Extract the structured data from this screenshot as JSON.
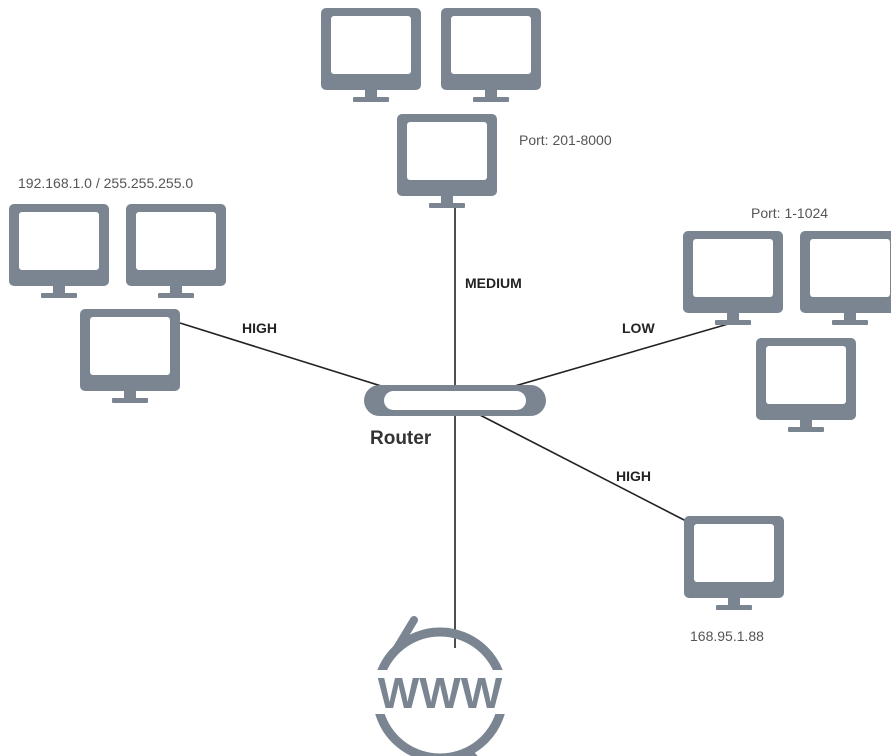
{
  "labels": {
    "subnet": "192.168.1.0 / 255.255.255.0",
    "port_top": "Port: 201-8000",
    "port_right": "Port: 1-1024",
    "host_ip": "168.95.1.88",
    "router": "Router",
    "link_left": "HIGH",
    "link_top": "MEDIUM",
    "link_right": "LOW",
    "link_bottom_right": "HIGH",
    "internet": "WWW"
  },
  "colors": {
    "device": "#7a8591",
    "screen": "#ffffff",
    "line": "#222222",
    "text": "#333333"
  },
  "icons": {
    "computer": "monitor-icon",
    "router": "router-icon",
    "internet": "globe-www-icon"
  }
}
